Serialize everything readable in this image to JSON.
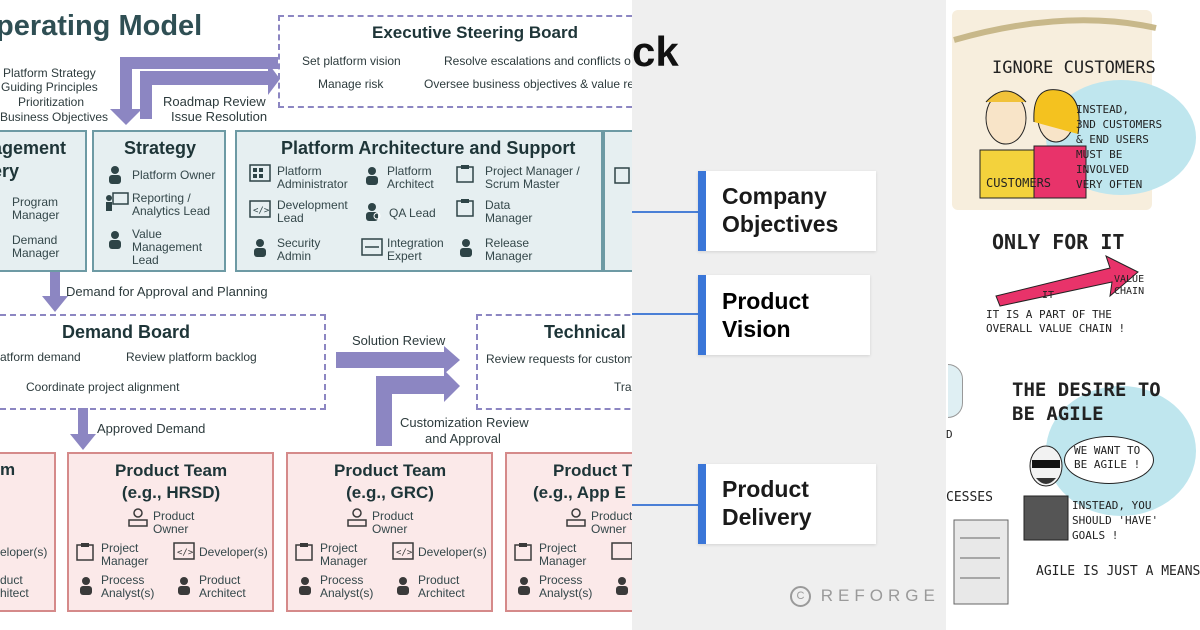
{
  "left": {
    "title": "perating Model",
    "executive": {
      "title": "Executive Steering Board",
      "items": [
        "Set platform vision",
        "Resolve escalations and conflicts o",
        "Manage risk",
        "Oversee business objectives & value re"
      ]
    },
    "strategy_inputs": [
      "Platform Strategy",
      "Guiding Principles",
      "Prioritization",
      "Business Objectives"
    ],
    "roadmap": [
      "Roadmap Review",
      "Issue Resolution"
    ],
    "mgmt": {
      "title": [
        "agement",
        "ery"
      ],
      "roles": [
        [
          "Program",
          "Manager"
        ],
        [
          "Demand",
          "Manager"
        ]
      ]
    },
    "strategy": {
      "title": "Strategy",
      "roles": [
        [
          "Platform Owner"
        ],
        [
          "Reporting /",
          "Analytics Lead"
        ],
        [
          "Value",
          "Management",
          "Lead"
        ]
      ]
    },
    "arch": {
      "title": "Platform Architecture and Support",
      "roles": [
        [
          "Platform",
          "Administrator"
        ],
        [
          "Platform",
          "Architect"
        ],
        [
          "Project Manager /",
          "Scrum Master"
        ],
        [
          "Development",
          "Lead"
        ],
        [
          "QA Lead"
        ],
        [
          "Data",
          "Manager"
        ],
        [
          "Security",
          "Admin"
        ],
        [
          "Integration",
          "Expert"
        ],
        [
          "Release",
          "Manager"
        ]
      ]
    },
    "demand_flow": "Demand for Approval and Planning",
    "demand_board": {
      "title": "Demand Board",
      "items": [
        "atform demand",
        "Review platform backlog",
        "Coordinate project alignment"
      ]
    },
    "solution_review": "Solution Review",
    "technical": {
      "title": "Technical",
      "items": [
        "Review requests for custom",
        "Tra"
      ]
    },
    "approved": "Approved Demand",
    "customization": [
      "Customization Review",
      "and Approval"
    ],
    "teams": [
      {
        "title": [
          "Product Team",
          "(e.g., HRSD)"
        ]
      },
      {
        "title": [
          "Product Team",
          "(e.g., GRC)"
        ]
      },
      {
        "title": [
          "Product T",
          "(e.g., App E"
        ]
      }
    ],
    "team_roles": [
      [
        "Product",
        "Owner"
      ],
      [
        "Project",
        "Manager"
      ],
      [
        "Developer(s)"
      ],
      [
        "Process",
        "Analyst(s)"
      ],
      [
        "Product",
        "Architect"
      ]
    ],
    "partial_team": {
      "title": "m",
      "roles": [
        [
          "eloper(s)"
        ],
        [
          "duct",
          "hitect"
        ]
      ]
    }
  },
  "middle": {
    "heading": "ck",
    "cards": [
      {
        "lines": [
          "Company",
          "Objectives"
        ]
      },
      {
        "lines": [
          "Product",
          "Vision"
        ]
      },
      {
        "lines": [
          "Product",
          "Delivery"
        ]
      }
    ],
    "brand": "REFORGE",
    "colors": {
      "accent": "#3a76d8",
      "bg": "#efefef"
    }
  },
  "right": {
    "s1": {
      "title": "IGNORE CUSTOMERS",
      "label": "CUSTOMERS",
      "note": [
        "INSTEAD,",
        "3ND CUSTOMERS",
        "& END USERS",
        "MUST BE",
        "INVOLVED",
        "VERY OFTEN"
      ]
    },
    "s2": {
      "title": "ONLY FOR IT",
      "arrow_left": "IT",
      "arrow_right": [
        "VALUE",
        "CHAIN"
      ],
      "note": [
        "IT IS A PART OF THE",
        "OVERALL VALUE CHAIN !"
      ]
    },
    "s3": {
      "title": [
        "THE DESIRE TO",
        "BE AGILE"
      ],
      "bubble": [
        "WE WANT TO",
        "BE AGILE !"
      ],
      "note": [
        "INSTEAD, YOU",
        "SHOULD 'HAVE'",
        "GOALS !"
      ],
      "footer": "AGILE IS JUST A MEANS .",
      "edge": [
        "D",
        "CESSES"
      ]
    }
  }
}
